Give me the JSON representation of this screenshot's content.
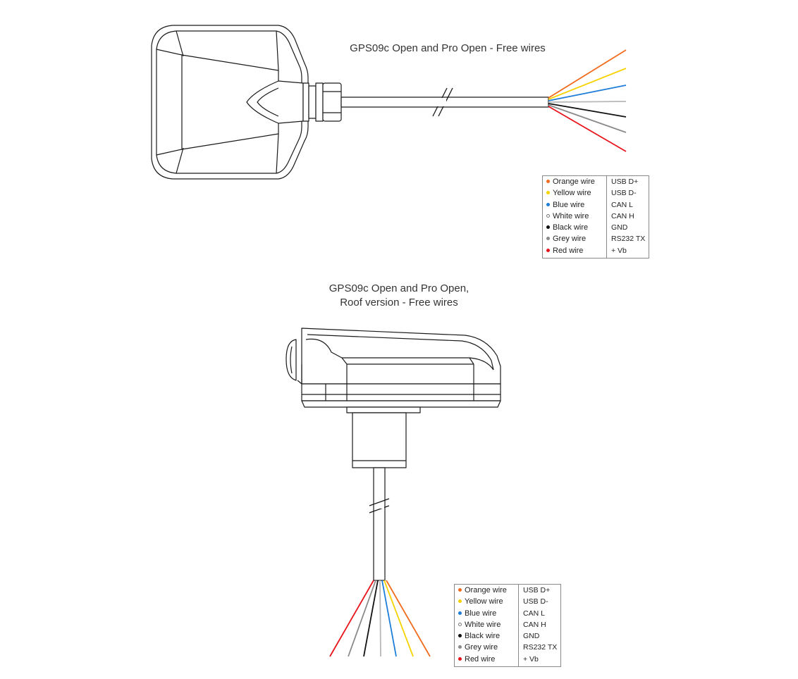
{
  "titles": {
    "top": "GPS09c Open and Pro Open - Free wires",
    "bottom_line1": "GPS09c Open and Pro Open,",
    "bottom_line2": "Roof version - Free wires"
  },
  "wires": [
    {
      "name": "Orange wire",
      "function": "USB D+",
      "color": "#f26b1d"
    },
    {
      "name": "Yellow wire",
      "function": "USB D-",
      "color": "#f5d300"
    },
    {
      "name": "Blue wire",
      "function": "CAN L",
      "color": "#1e7ed8"
    },
    {
      "name": "White wire",
      "function": "CAN H",
      "color": "#ffffff"
    },
    {
      "name": "Black wire",
      "function": "GND",
      "color": "#111111"
    },
    {
      "name": "Grey wire",
      "function": "RS232 TX",
      "color": "#8a8a8a"
    },
    {
      "name": "Red wire",
      "function": "+ Vb",
      "color": "#e8141b"
    }
  ],
  "line_colors": {
    "white_wire_stroke": "#b8b8b8",
    "device_outline": "#1a1a1a"
  }
}
